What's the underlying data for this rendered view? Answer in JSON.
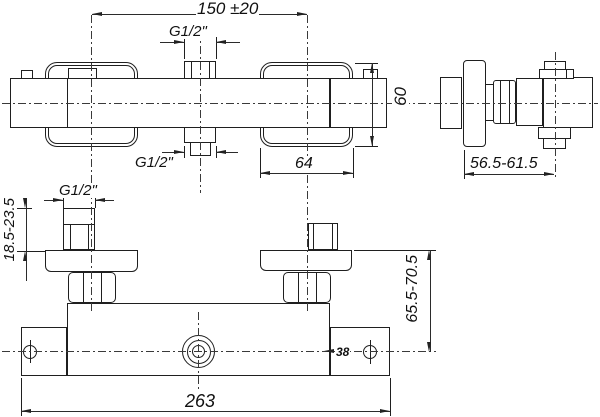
{
  "drawing": {
    "type": "technical-installation-drawing",
    "subject": "wall-mounted shower mixer with S-unions, three orthographic views",
    "colors": {
      "line": "#1f1f1f",
      "background": "#ffffff"
    }
  },
  "labels": {
    "front": {
      "connection_spacing": "150 ±20",
      "top_inlet_thread": "G1/2\"",
      "bottom_outlet_thread": "G1/2\"",
      "escutcheon_width": "64",
      "escutcheon_height": "60"
    },
    "side": {
      "wall_depth_range": "56.5-61.5"
    },
    "top": {
      "wall_thread": "G1/2\"",
      "thread_projection_range": "18.5-23.5",
      "outlet_axis_range": "65.5-70.5",
      "overall_length": "263",
      "hole_note": "38"
    }
  }
}
